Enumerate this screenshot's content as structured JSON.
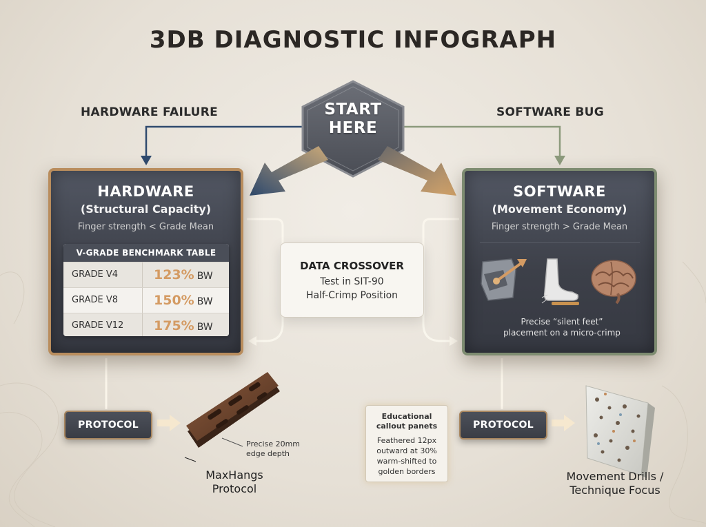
{
  "title": "3DB DIAGNOSTIC INFOGRAPH",
  "start": {
    "line1": "START",
    "line2": "HERE"
  },
  "labels": {
    "left": "HARDWARE FAILURE",
    "right": "SOFTWARE BUG"
  },
  "hardware": {
    "title": "HARDWARE",
    "subtitle": "(Structural Capacity)",
    "condition": "Finger strength < Grade Mean",
    "table": {
      "header": "V-GRADE BENCHMARK TABLE",
      "rows": [
        {
          "grade": "GRADE V4",
          "pct": "123%",
          "unit": "BW"
        },
        {
          "grade": "GRADE V8",
          "pct": "150%",
          "unit": "BW"
        },
        {
          "grade": "GRADE V12",
          "pct": "175%",
          "unit": "BW"
        }
      ]
    },
    "protocol": "PROTOCOL",
    "edge_note": {
      "line1": "Precise 20mm",
      "line2": "edge depth"
    },
    "caption": {
      "line1": "MaxHangs",
      "line2": "Protocol"
    }
  },
  "crossover": {
    "title": "DATA CROSSOVER",
    "line1": "Test in SIT-90",
    "line2": "Half-Crimp Position"
  },
  "software": {
    "title": "SOFTWARE",
    "subtitle": "(Movement Economy)",
    "condition": "Finger strength > Grade Mean",
    "caption": {
      "line1": "Precise “silent feet”",
      "line2": "placement on a micro-crimp"
    },
    "protocol": "PROTOCOL",
    "final_caption": {
      "line1": "Movement Drills /",
      "line2": "Technique Focus"
    }
  },
  "callout": {
    "title1": "Educational",
    "title2": "callout panets",
    "lines": [
      "Feathered 12px",
      "outward at 30%",
      "warm-shifted to",
      "golden borders"
    ]
  },
  "colors": {
    "hardware_border": "#b98d5d",
    "software_border": "#7e8c71",
    "hardware_arrow": "#2f4a6e",
    "software_arrow": "#c79a63",
    "panel_bg": "#3d4049",
    "accent_pct": "#d49b63"
  }
}
